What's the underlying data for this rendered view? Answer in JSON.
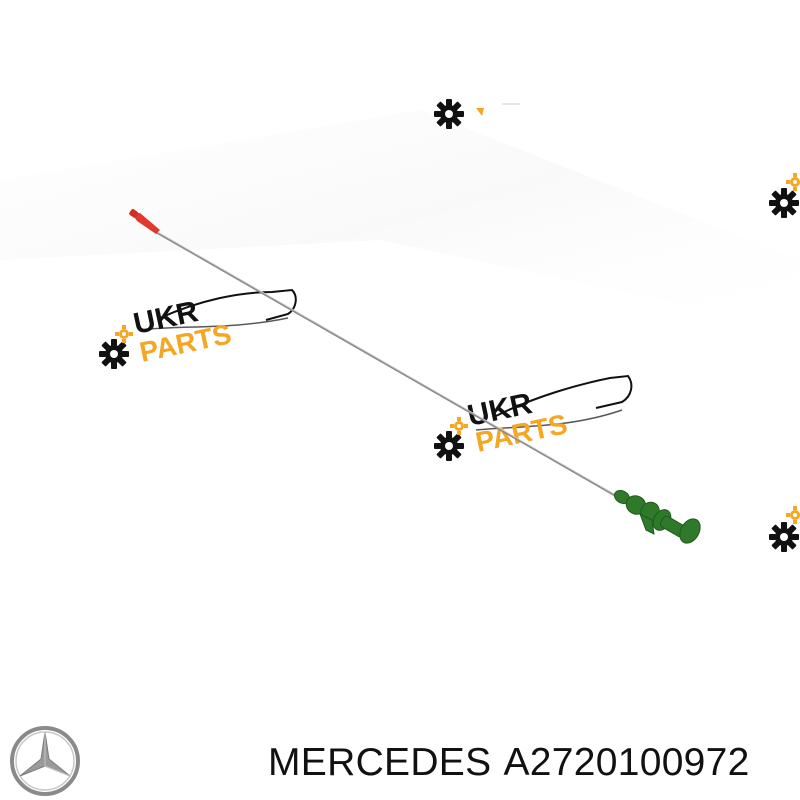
{
  "caption": {
    "brand": "MERCEDES",
    "part_number": "A2720100972"
  },
  "watermark": {
    "line1": "UKR",
    "line2": "PARTS"
  },
  "product": {
    "type": "engine oil dipstick",
    "tip_color": "#e03a2e",
    "rod_color": "#9a9a9a",
    "handle_color": "#2f7a2a"
  },
  "colors": {
    "watermark_orange": "#f5a623",
    "watermark_gear": "#111111",
    "logo_gray": "#8a8a8a"
  }
}
